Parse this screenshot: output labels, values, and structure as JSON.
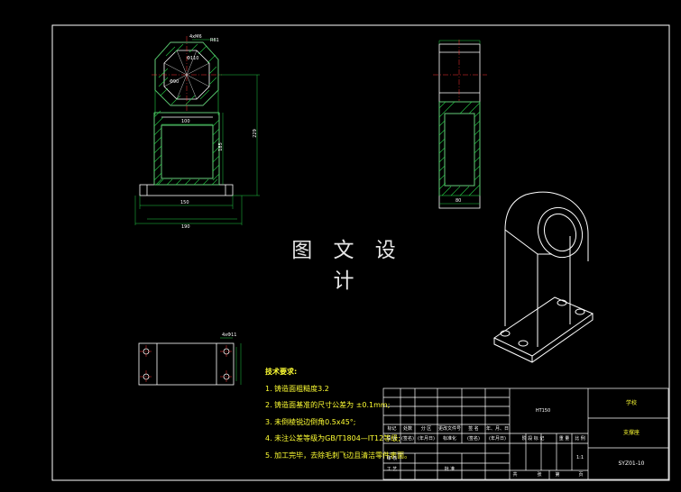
{
  "watermark": "图 文 设 计",
  "dimensions": {
    "top_hole": "4xM6",
    "top_radius": "R61",
    "dia_inner": "Φ110",
    "dia_outer": "Φ90",
    "inner_width": "100",
    "base_inner": "150",
    "base_total": "190",
    "height_inner": "185",
    "height_total": "229",
    "side_width": "80",
    "base_holes": "4xΦ11"
  },
  "tech_requirements": {
    "title": "技术要求:",
    "items": [
      "1. 铸造面粗糙度3.2",
      "2. 铸造面基准的尺寸公差为 ±0.1mm;",
      "3. 未倒棱锐边倒角0.5x45°;",
      "4. 未注公差等级为GB/T1804—IT12等级;",
      "5. 加工完毕，去除毛刺飞边且清洁零件表面。"
    ]
  },
  "title_block": {
    "material": "HT150",
    "company": "学校",
    "part_name": "支撑座",
    "drawing_no": "SYZ01-10",
    "scale": "1:1",
    "row_mark": [
      "标记",
      "处数",
      "分 区",
      "更改文件号",
      "签 名",
      "年、月、日"
    ],
    "row_design": [
      "设 计",
      "(签名)",
      "(年月日)",
      "标准化",
      "(签名)",
      "(年月日)"
    ],
    "row_stage": [
      "阶 段 标 记",
      "重 量",
      "比 例"
    ],
    "row_review": "审 核",
    "row_craft": "工 艺",
    "row_approve": "批 准",
    "row_sheets": [
      "共",
      "张",
      "第",
      "页"
    ]
  }
}
